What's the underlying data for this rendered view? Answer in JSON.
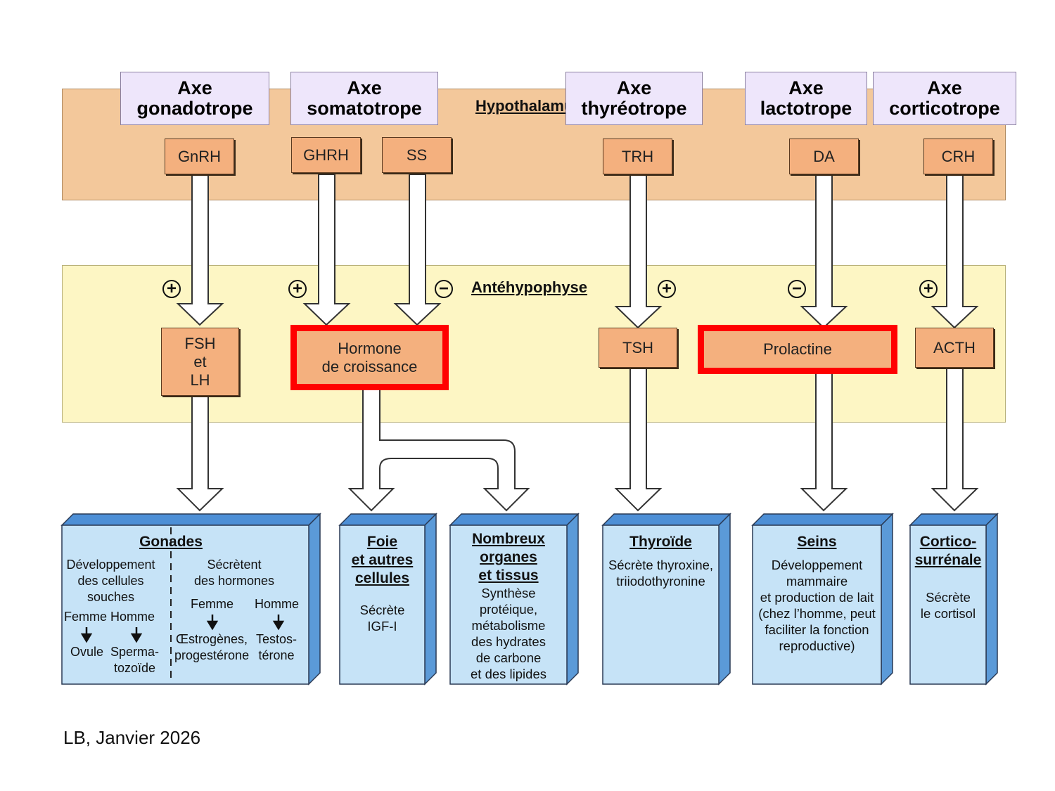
{
  "colors": {
    "hypothalamus_band": "#f3c89b",
    "antehypophyse_band": "#fdf6c4",
    "hormone_box": "#f4b07e",
    "axis_box": "#eee6fb",
    "organ_face": "#c6e3f7",
    "organ_side": "#5b9ad8",
    "highlight": "#ff0000"
  },
  "bands": {
    "hypothalamus": "Hypothalamus",
    "antehypophyse": "Antéhypophyse"
  },
  "axes": [
    "Axe\ngonadotrope",
    "Axe\nsomatotrope",
    "Axe\nthyréotrope",
    "Axe\nlactotrope",
    "Axe\ncorticotrope"
  ],
  "releasing_hormones": [
    "GnRH",
    "GHRH",
    "SS",
    "TRH",
    "DA",
    "CRH"
  ],
  "pituitary_hormones": [
    "FSH\net\nLH",
    "Hormone\nde croissance",
    "TSH",
    "Prolactine",
    "ACTH"
  ],
  "signs": {
    "plus": "+",
    "minus": "−"
  },
  "organs": {
    "gonades": {
      "title": "Gonades",
      "left_text": "Développement\ndes cellules\nsouches",
      "left_sub": "Femme Homme",
      "left_out1": "Ovule",
      "left_out2": "Sperma-\ntozoïde",
      "right_text": "Sécrètent\ndes hormones",
      "right_f": "Femme",
      "right_h": "Homme",
      "right_out1": "Œstrogènes,\nprogestérone",
      "right_out2": "Testos-\ntérone"
    },
    "foie": {
      "title": "Foie\net autres\ncellules",
      "text": "Sécrète\nIGF-I"
    },
    "organes": {
      "title": "Nombreux\norganes\net tissus",
      "text": "Synthèse\nprotéique,\nmétabolisme\ndes hydrates\nde carbone\net des lipides"
    },
    "thyroide": {
      "title": "Thyroïde",
      "text": "Sécrète thyroxine,\ntriiodothyronine"
    },
    "seins": {
      "title": "Seins",
      "text": "Développement\nmammaire\net production de lait\n(chez l’homme, peut\nfaciliter la fonction\nreproductive)"
    },
    "cortico": {
      "title": "Cortico-\nsurrénale",
      "text": "Sécrète\nle cortisol"
    }
  },
  "footer": "LB, Janvier 2026"
}
